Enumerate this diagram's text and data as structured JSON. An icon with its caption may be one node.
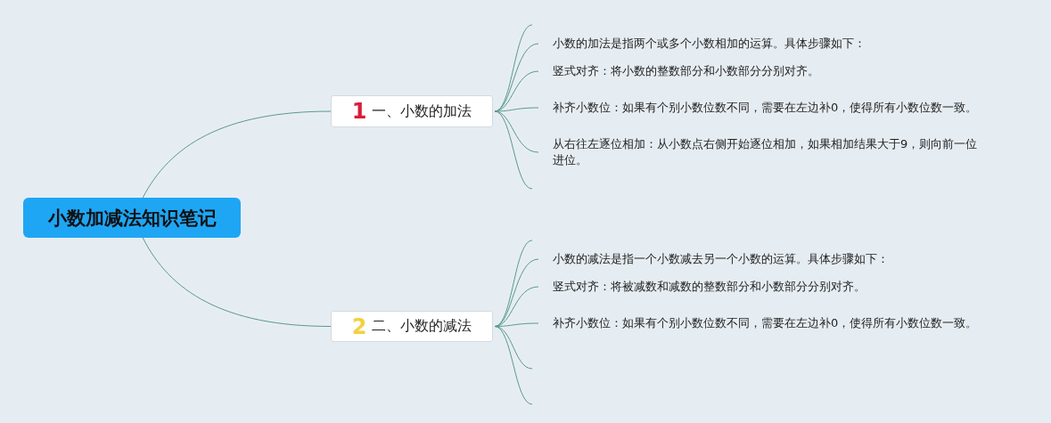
{
  "diagram": {
    "nodes": [
      {
        "text": [
          "小数加减法知识笔记"
        ]
      },
      {
        "text": [
          "1",
          "一、小数的加法"
        ]
      },
      {
        "text": [
          "小数的加法是指两个或多个小数相加的运算。具体步骤如下："
        ]
      },
      {
        "text": [
          "竖式对齐：将小数的整数部分和小数部分分别对齐。"
        ]
      },
      {
        "text": [
          "补齐小数位：如果有个别小数位数不同，需要在左边补0，使得所有小数位数一致。"
        ]
      },
      {
        "text": [
          "从右往左逐位相加：从小数点右侧开始逐位相加，如果相加结果大于9，则向前一位进位。"
        ]
      },
      {
        "text": [
          "2",
          "二、小数的减法"
        ]
      },
      {
        "text": [
          "小数的减法是指一个小数减去另一个小数的运算。具体步骤如下："
        ]
      },
      {
        "text": [
          "竖式对齐：将被减数和减数的整数部分和小数部分分别对齐。"
        ]
      },
      {
        "text": [
          "补齐小数位：如果有个别小数位数不同，需要在左边补0，使得所有小数位数一致。"
        ]
      }
    ],
    "edges": [
      {
        "from": 0,
        "to": 1,
        "arrow": "none"
      },
      {
        "from": 0,
        "to": 6,
        "arrow": "none"
      },
      {
        "from": 1,
        "to": null,
        "arrow": "none"
      },
      {
        "from": 1,
        "to": 2,
        "arrow": "none"
      },
      {
        "from": 1,
        "to": 3,
        "arrow": "none"
      },
      {
        "from": 1,
        "to": 4,
        "arrow": "none"
      },
      {
        "from": 1,
        "to": 5,
        "arrow": "none"
      },
      {
        "from": 1,
        "to": null,
        "arrow": "none"
      },
      {
        "from": 6,
        "to": null,
        "arrow": "none"
      },
      {
        "from": 6,
        "to": 7,
        "arrow": "none"
      },
      {
        "from": 6,
        "to": 8,
        "arrow": "none"
      },
      {
        "from": 6,
        "to": 9,
        "arrow": "none"
      },
      {
        "from": 6,
        "to": null,
        "arrow": "none"
      },
      {
        "from": 6,
        "to": null,
        "arrow": "none"
      }
    ]
  }
}
